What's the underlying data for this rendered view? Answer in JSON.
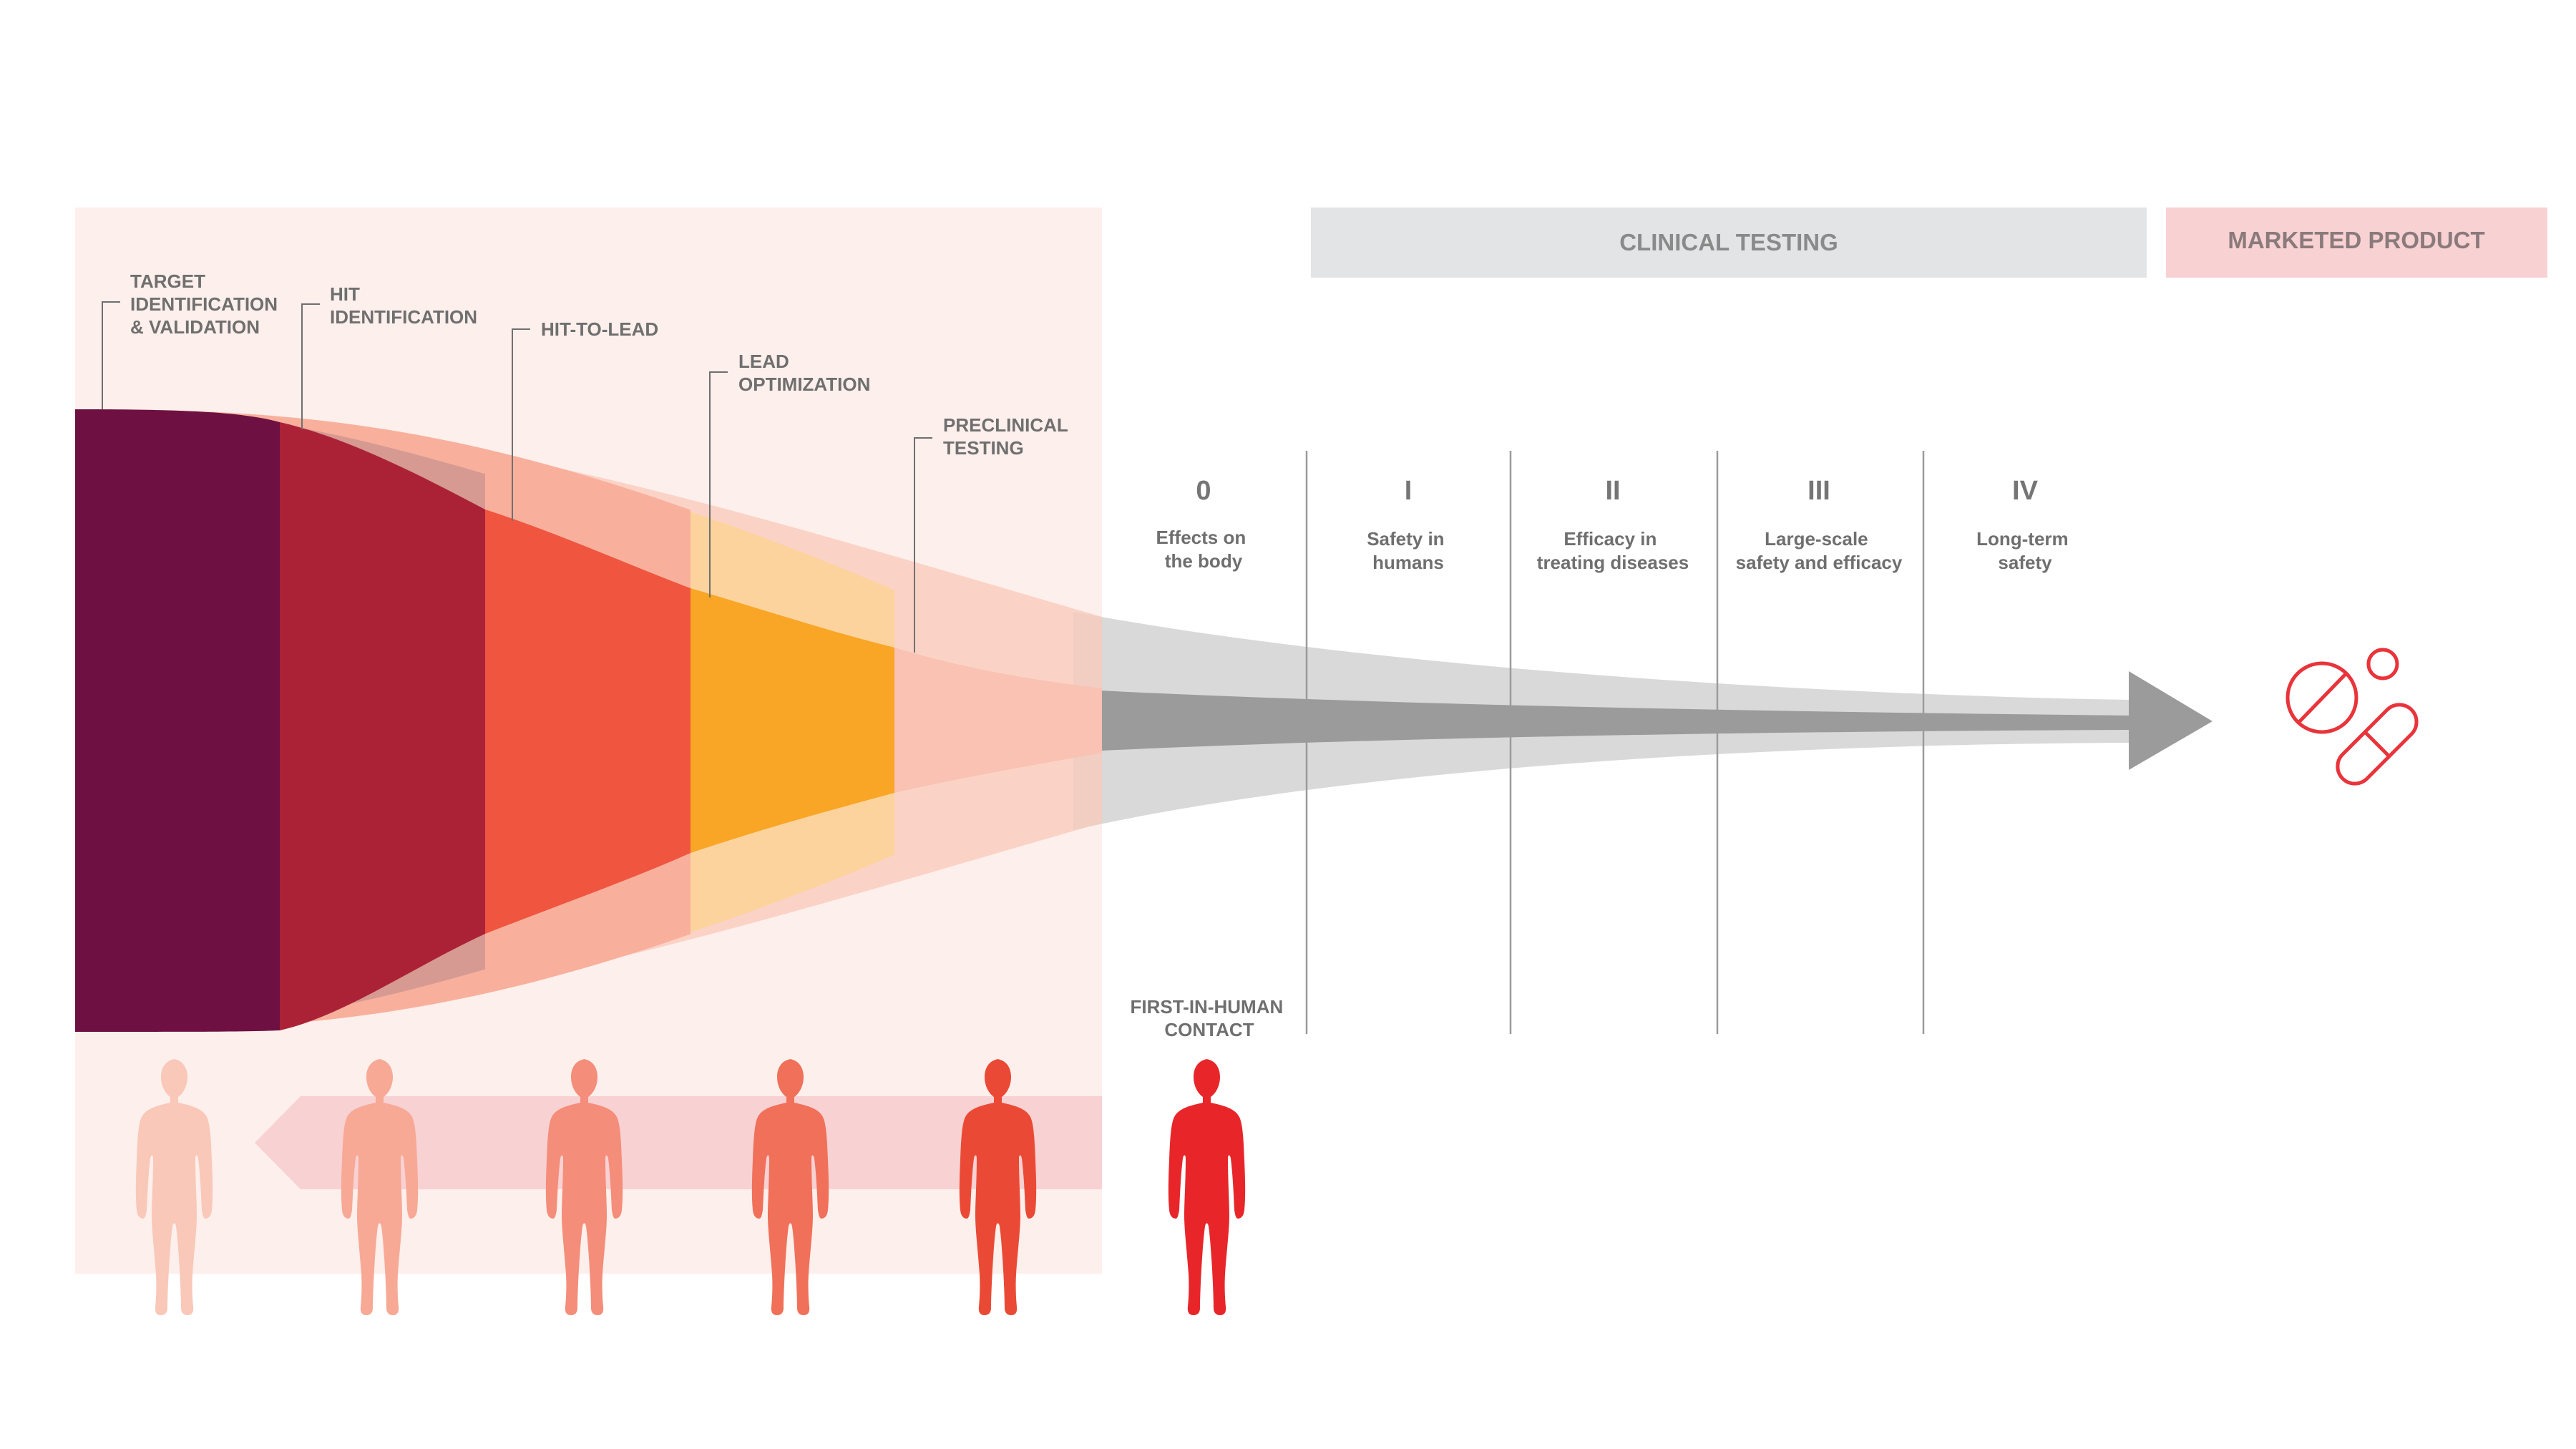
{
  "colors": {
    "preclinical_bg": "#fdefeb",
    "clinical_band": "#e3e4e5",
    "marketed_band": "#f8d1d3",
    "stage_target": "#6e1142",
    "stage_hit": "#ab2237",
    "stage_h2l": "#ef553f",
    "stage_lead": "#f9a526",
    "stage_pre": "#f9c2b2",
    "arrow_dark": "#9b9b9b",
    "arrow_light": "#d9d9d9",
    "pill": "#e8343a",
    "text": "#6f6f6f"
  },
  "bands": {
    "clinical": "CLINICAL TESTING",
    "marketed": "MARKETED PRODUCT"
  },
  "stages": [
    {
      "lines": [
        "TARGET",
        "IDENTIFICATION",
        "& VALIDATION"
      ]
    },
    {
      "lines": [
        "HIT",
        "IDENTIFICATION"
      ]
    },
    {
      "lines": [
        "HIT-TO-LEAD"
      ]
    },
    {
      "lines": [
        "LEAD",
        "OPTIMIZATION"
      ]
    },
    {
      "lines": [
        "PRECLINICAL",
        "TESTING"
      ]
    }
  ],
  "phases": [
    {
      "numeral": "0",
      "lines": [
        "Effects on",
        "the body"
      ]
    },
    {
      "numeral": "I",
      "lines": [
        "Safety in",
        "humans"
      ]
    },
    {
      "numeral": "II",
      "lines": [
        "Efficacy in",
        "treating diseases"
      ]
    },
    {
      "numeral": "III",
      "lines": [
        "Large-scale",
        "safety and efficacy"
      ]
    },
    {
      "numeral": "IV",
      "lines": [
        "Long-term",
        "safety"
      ]
    }
  ],
  "first_in_human": [
    "FIRST-IN-HUMAN",
    "CONTACT"
  ],
  "people": {
    "fills": [
      "#f9c8b8",
      "#f7a996",
      "#f48d79",
      "#f0705a",
      "#ea4a35",
      "#e8262a"
    ]
  },
  "icons": {
    "product": "pill-capsule-icon"
  }
}
